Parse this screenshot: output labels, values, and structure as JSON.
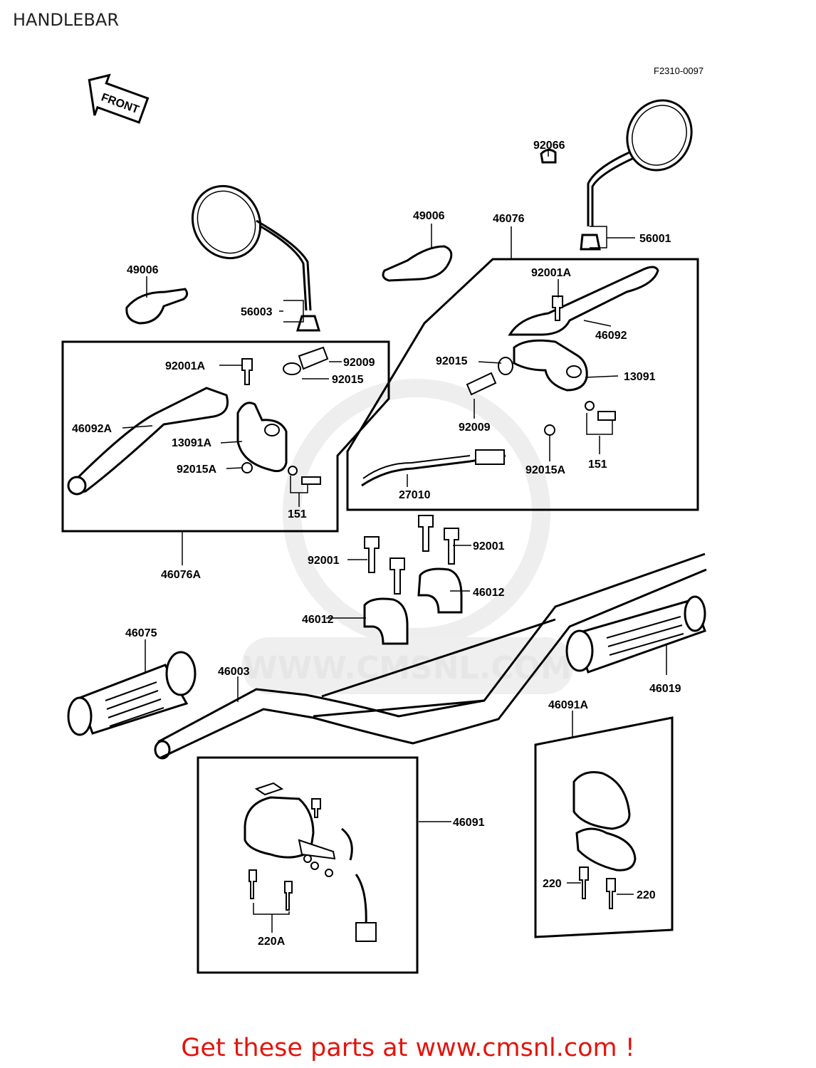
{
  "page": {
    "title": "HANDLEBAR",
    "figure_code": "F2310-0097",
    "front_label": "FRONT",
    "watermark": "WWW.CMSNL.COM",
    "footer": "Get these parts at www.cmsnl.com !"
  },
  "part_labels": {
    "p92066": "92066",
    "p56001": "56001",
    "p49006_right": "49006",
    "p46076": "46076",
    "p92001A_right": "92001A",
    "p46092": "46092",
    "p92015_right": "92015",
    "p13091": "13091",
    "p92009_right": "92009",
    "p27010": "27010",
    "p92015A_right": "92015A",
    "p151_right": "151",
    "p49006_left": "49006",
    "p56003": "56003",
    "p92001A_left": "92001A",
    "p92009_left": "92009",
    "p92015_left": "92015",
    "p46092A": "46092A",
    "p13091A": "13091A",
    "p92015A_left": "92015A",
    "p151_left": "151",
    "p46076A": "46076A",
    "p92001_left": "92001",
    "p92001_right": "92001",
    "p46012_right": "46012",
    "p46012_left": "46012",
    "p46075": "46075",
    "p46003": "46003",
    "p46019": "46019",
    "p46091A": "46091A",
    "p46091": "46091",
    "p220_left": "220",
    "p220_right": "220",
    "p220A": "220A"
  }
}
